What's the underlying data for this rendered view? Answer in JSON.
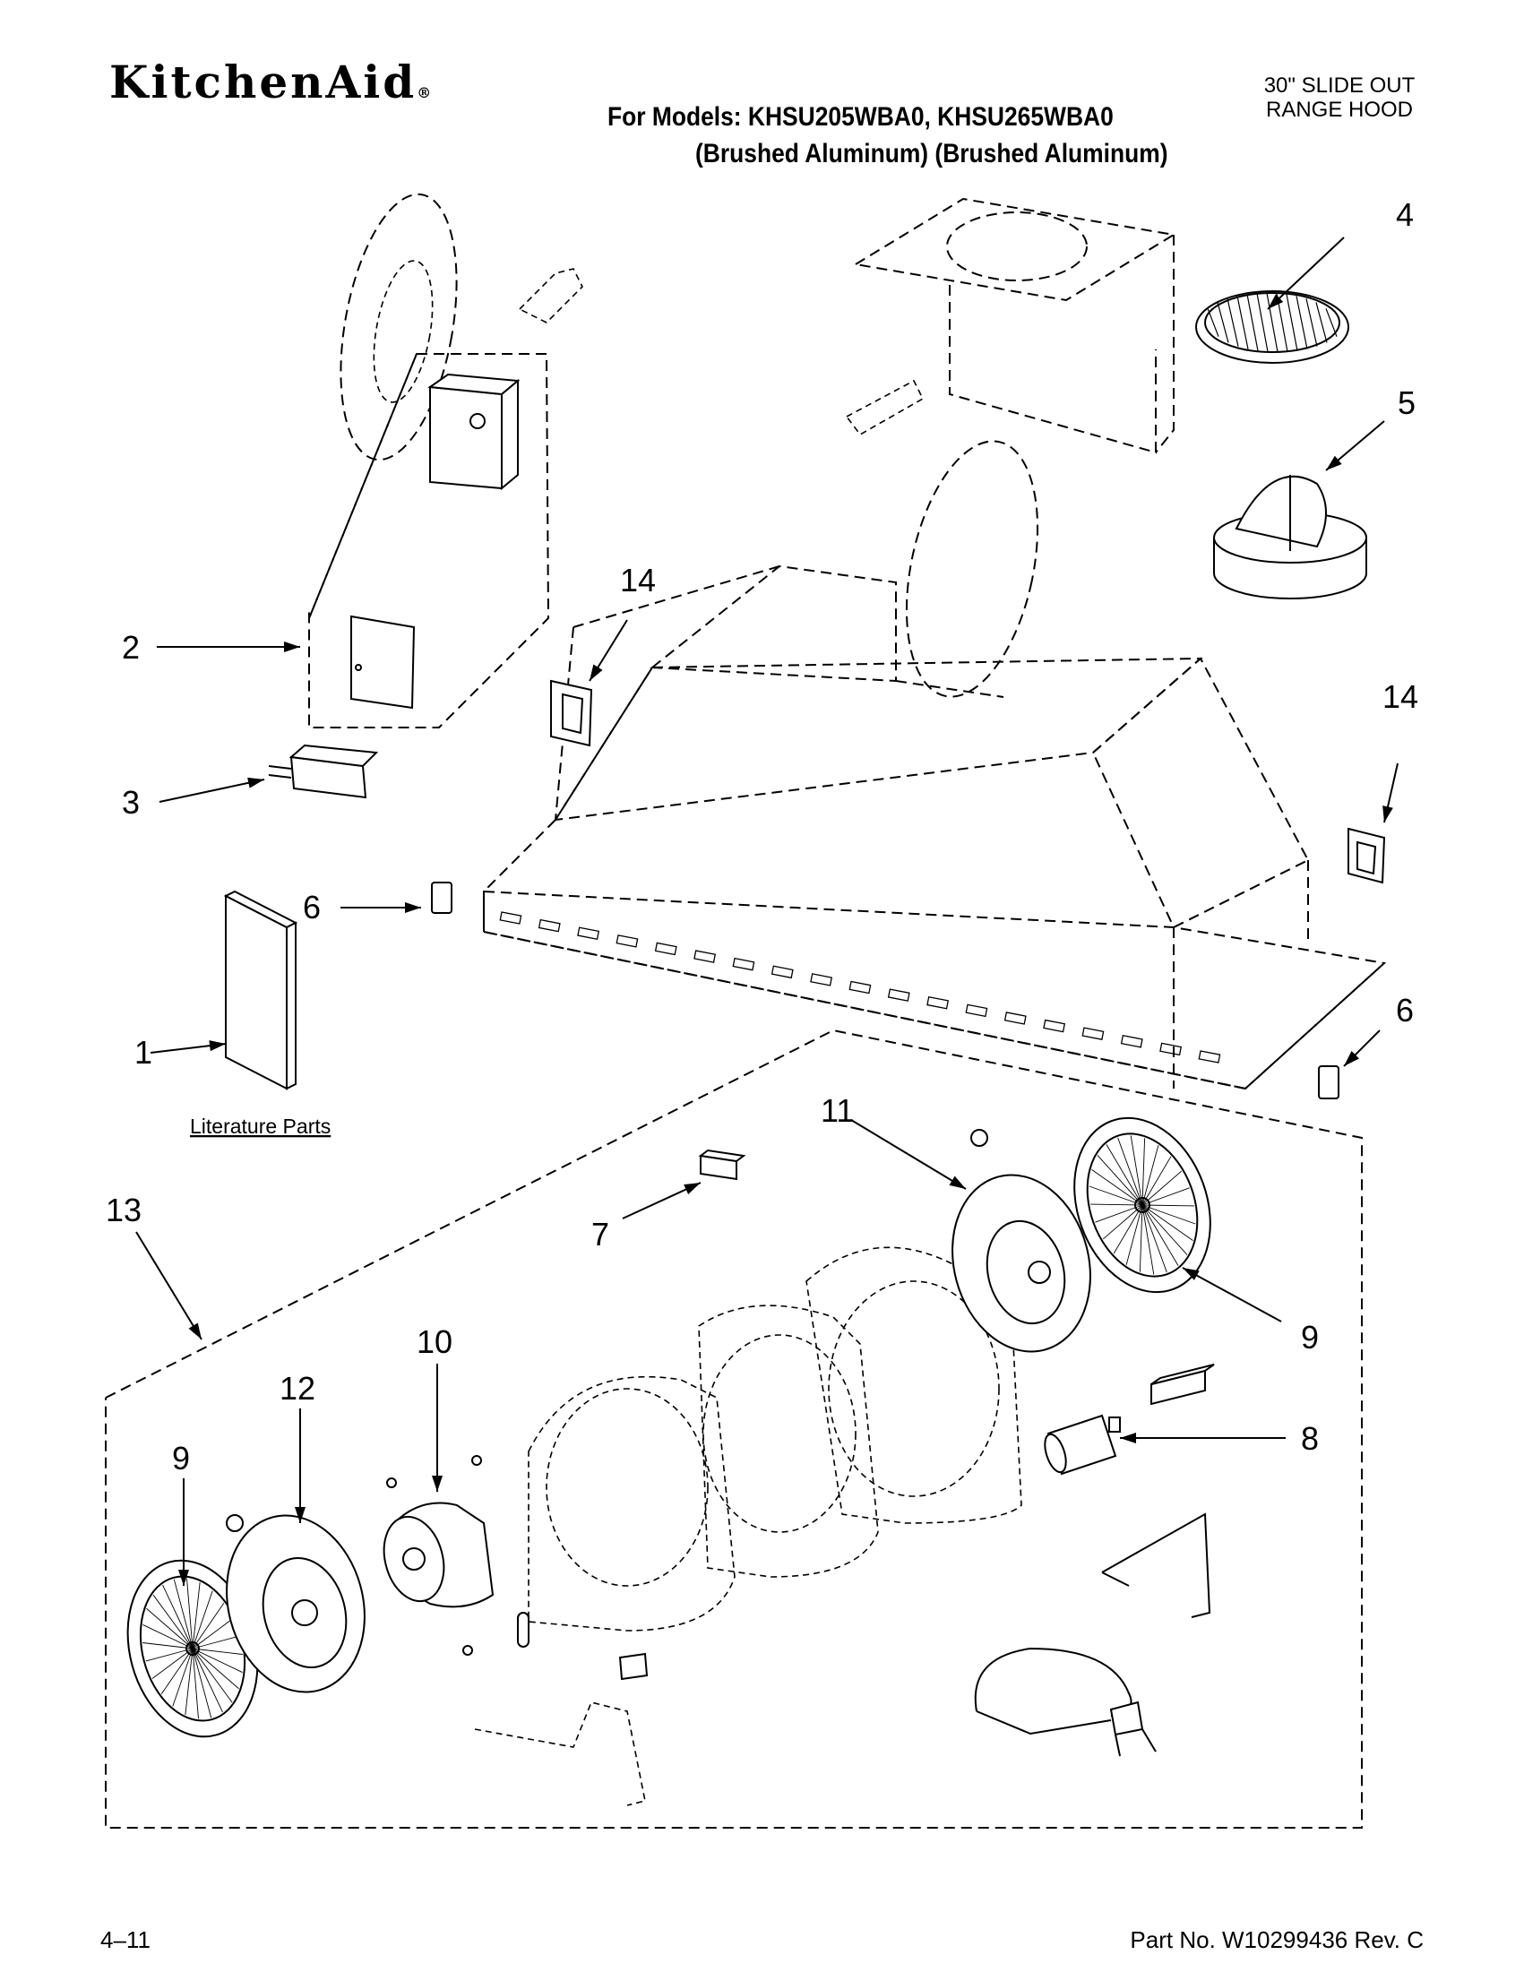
{
  "header": {
    "brand": "KitchenAid",
    "brand_mark": "®",
    "models_line": "For Models: KHSU205WBA0, KHSU265WBA0",
    "finish_line": "(Brushed Aluminum) (Brushed Aluminum)",
    "product_line1": "30\" SLIDE OUT",
    "product_line2": "RANGE HOOD"
  },
  "callouts": {
    "c1": "1",
    "c2": "2",
    "c3": "3",
    "c4": "4",
    "c5": "5",
    "c6a": "6",
    "c6b": "6",
    "c7": "7",
    "c8": "8",
    "c9a": "9",
    "c9b": "9",
    "c10": "10",
    "c11": "11",
    "c12": "12",
    "c13": "13",
    "c14a": "14",
    "c14b": "14"
  },
  "literature_label": "Literature Parts",
  "footer": {
    "date": "4–11",
    "part_no": "Part No. W10299436 Rev. C"
  }
}
